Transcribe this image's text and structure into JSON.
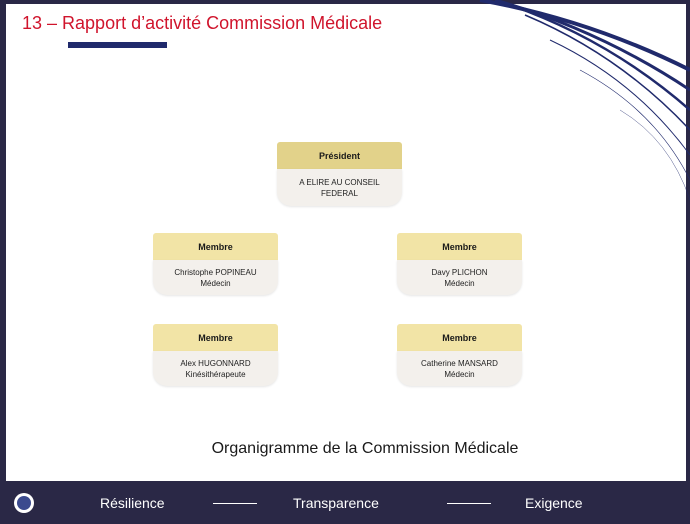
{
  "header": {
    "title": "13 – Rapport d’activité Commission Médicale"
  },
  "org_chart": {
    "president": {
      "role": "Président",
      "line1": "A ELIRE AU CONSEIL",
      "line2": "FEDERAL"
    },
    "members": [
      {
        "role": "Membre",
        "name": "Christophe POPINEAU",
        "title": "Médecin"
      },
      {
        "role": "Membre",
        "name": "Davy PLICHON",
        "title": "Médecin"
      },
      {
        "role": "Membre",
        "name": "Alex HUGONNARD",
        "title": "Kinésithérapeute"
      },
      {
        "role": "Membre",
        "name": "Catherine MANSARD",
        "title": "Médecin"
      }
    ]
  },
  "caption": "Organigramme de la Commission Médicale",
  "footer": {
    "words": [
      "Résilience",
      "Transparence",
      "Exigence"
    ]
  },
  "colors": {
    "title_red": "#d0142c",
    "navy": "#2a2846",
    "card_header": "#f2e4a6",
    "president_header": "#e2d28a",
    "card_body": "#f3f0ec"
  }
}
